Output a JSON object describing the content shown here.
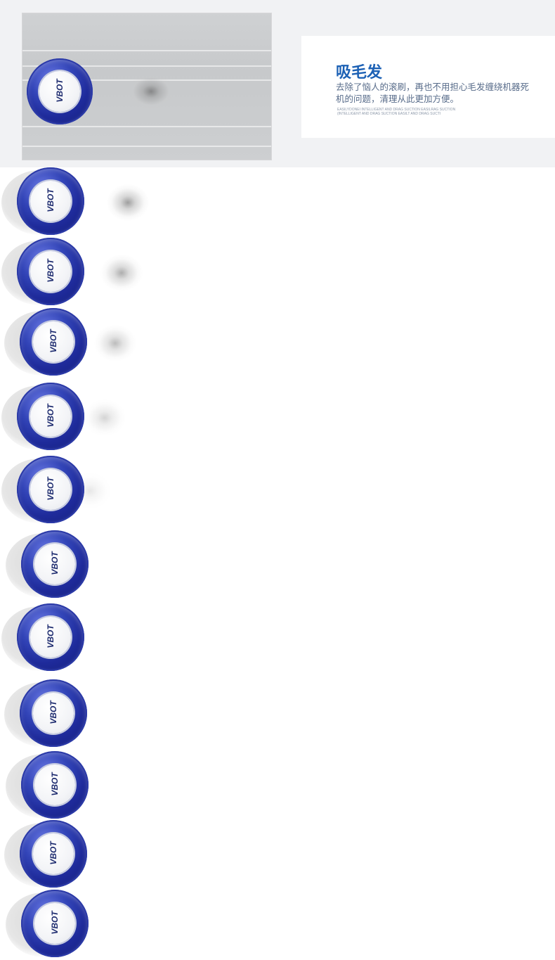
{
  "feature": {
    "title": "吸毛发",
    "description": "去除了恼人的滚刷，再也不用担心毛发缠绕机器死机的问题，清理从此更加方便。",
    "english_caption": "EASILYDONEI INTELLIGENT AND DRAG SUCTION EASILRAG SUCTION (INTELLIGENT AND DRAG SUCTION EASILT AND DRAG SUCTI"
  },
  "robot": {
    "brand_text": "VBOT",
    "colors": {
      "shell": "#1e2a9a",
      "lid": "#f3f4f7",
      "accent": "#1c61b5"
    }
  },
  "frames": [
    {
      "brand": "VBOT",
      "debris_level": 1.0
    },
    {
      "brand": "VBOT",
      "debris_level": 0.85
    },
    {
      "brand": "VBOT",
      "debris_level": 0.7
    },
    {
      "brand": "VBOT",
      "debris_level": 0.45
    },
    {
      "brand": "VBOT",
      "debris_level": 0.1
    },
    {
      "brand": "VBOT",
      "debris_level": 0.0
    },
    {
      "brand": "VBOT",
      "debris_level": 0.0
    },
    {
      "brand": "VBOT",
      "debris_level": 0.0
    },
    {
      "brand": "VBOT",
      "debris_level": 0.0
    },
    {
      "brand": "VBOT",
      "debris_level": 0.0
    },
    {
      "brand": "VBOT",
      "debris_level": 0.0
    }
  ]
}
